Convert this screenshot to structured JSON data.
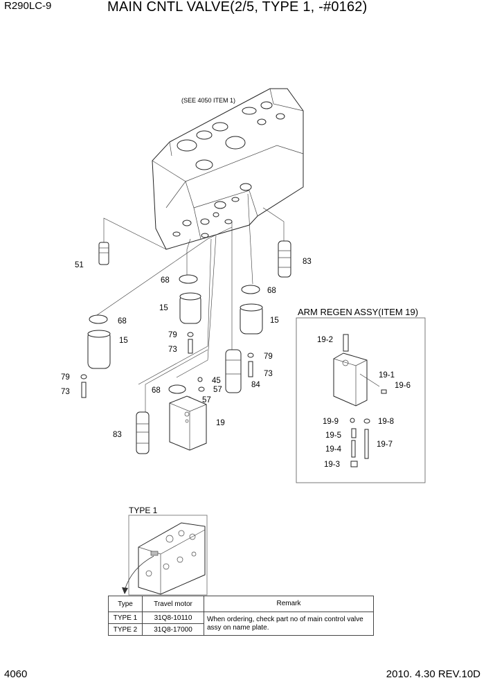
{
  "header": {
    "model": "R290LC-9",
    "title": "MAIN CNTL VALVE(2/5, TYPE 1, -#0162)"
  },
  "footer": {
    "page_number": "4060",
    "revision": "2010. 4.30  REV.10D"
  },
  "diagram": {
    "reference_note": "(SEE 4050 ITEM 1)",
    "labels": {
      "p51": "51",
      "p83a": "83",
      "p68a": "68",
      "p68b": "68",
      "p68c": "68",
      "p68d": "68",
      "p15a": "15",
      "p15b": "15",
      "p15c": "15",
      "p79a": "79",
      "p79b": "79",
      "p79c": "79",
      "p73a": "73",
      "p73b": "73",
      "p73c": "73",
      "p45": "45",
      "p57a": "57",
      "p57b": "57",
      "p84": "84",
      "p83b": "83",
      "p19": "19"
    },
    "arm_regen": {
      "title": "ARM REGEN ASSY(ITEM 19)",
      "labels": {
        "l19_2": "19-2",
        "l19_1": "19-1",
        "l19_6": "19-6",
        "l19_9": "19-9",
        "l19_8": "19-8",
        "l19_5": "19-5",
        "l19_7": "19-7",
        "l19_4": "19-4",
        "l19_3": "19-3"
      }
    },
    "type_inset": {
      "title": "TYPE 1"
    }
  },
  "remark_table": {
    "headers": [
      "Type",
      "Travel motor",
      "Remark"
    ],
    "rows": [
      {
        "type": "TYPE 1",
        "motor": "31Q8-10110"
      },
      {
        "type": "TYPE 2",
        "motor": "31Q8-17000"
      }
    ],
    "remark": "When ordering, check part no of main control valve assy on name plate."
  }
}
